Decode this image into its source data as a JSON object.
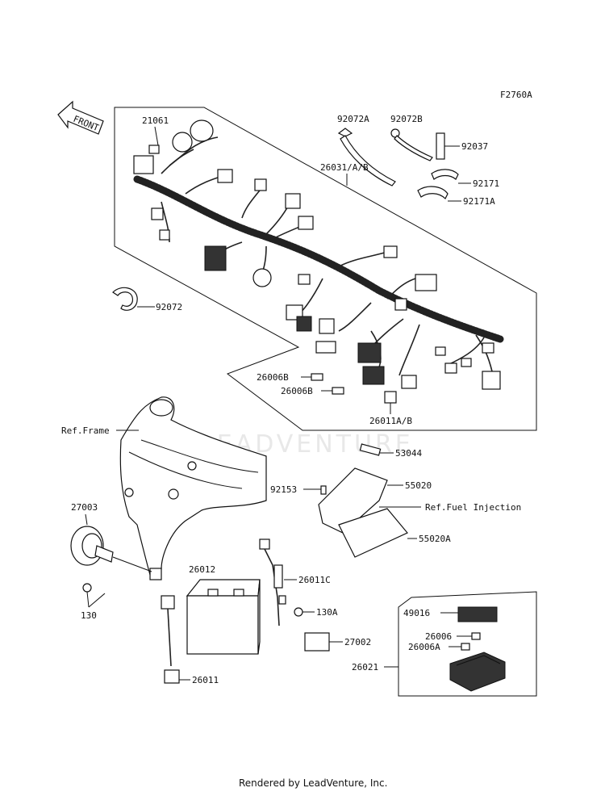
{
  "diagram_code": "F2760A",
  "front_label": "FRONT",
  "watermark": "LEADVENTURE",
  "footer": "Rendered by LeadVenture, Inc.",
  "parts": {
    "p21061": "21061",
    "p92072A": "92072A",
    "p92072B": "92072B",
    "p92037": "92037",
    "p26031": "26031/A/B",
    "p92171": "92171",
    "p92171A": "92171A",
    "p92072": "92072",
    "p26006B_1": "26006B",
    "p26006B_2": "26006B",
    "p26011AB": "26011A/B",
    "ref_frame": "Ref.Frame",
    "p53044": "53044",
    "p92153": "92153",
    "p55020": "55020",
    "ref_fuel": "Ref.Fuel Injection",
    "p27003": "27003",
    "p55020A": "55020A",
    "p26012": "26012",
    "p26011C": "26011C",
    "p130": "130",
    "p130A": "130A",
    "p27002": "27002",
    "p49016": "49016",
    "p26006": "26006",
    "p26006A": "26006A",
    "p26021": "26021",
    "p26011": "26011"
  }
}
